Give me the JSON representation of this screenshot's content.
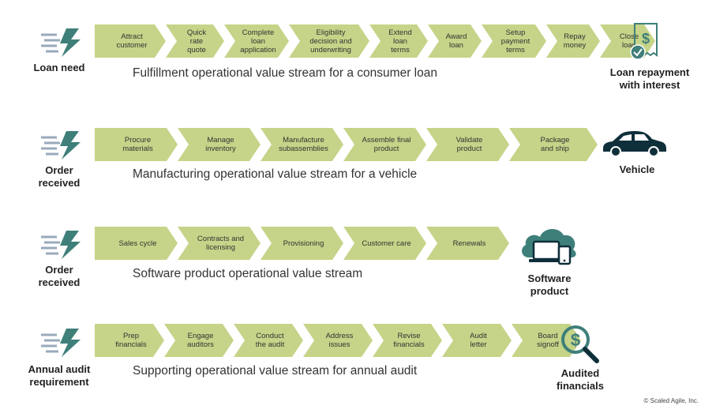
{
  "colors": {
    "chevron": "#c5d488",
    "icon_teal": "#3f7f7a",
    "text": "#333333"
  },
  "streams": [
    {
      "trigger": "Loan need",
      "title": "Fulfillment operational value stream for a consumer loan",
      "steps": [
        "Attract\ncustomer",
        "Quick\nrate\nquote",
        "Complete\nloan\napplication",
        "Eligibility\ndecision and\nunderwriting",
        "Extend\nloan\nterms",
        "Award\nloan",
        "Setup\npayment\nterms",
        "Repay\nmoney",
        "Close\nloan"
      ],
      "outcome": "Loan repayment\nwith interest",
      "outcome_icon": "invoice-check-icon"
    },
    {
      "trigger": "Order\nreceived",
      "title": "Manufacturing operational value stream for a vehicle",
      "steps": [
        "Procure\nmaterials",
        "Manage\ninventory",
        "Manufacture\nsubassemblies",
        "Assemble final\nproduct",
        "Validate\nproduct",
        "Package\nand ship"
      ],
      "outcome": "Vehicle",
      "outcome_icon": "car-icon"
    },
    {
      "trigger": "Order\nreceived",
      "title": "Software product operational value stream",
      "steps": [
        "Sales cycle",
        "Contracts and\nlicensing",
        "Provisioning",
        "Customer care",
        "Renewals"
      ],
      "outcome": "Software\nproduct",
      "outcome_icon": "cloud-devices-icon"
    },
    {
      "trigger": "Annual audit\nrequirement",
      "title": "Supporting operational value stream for annual audit",
      "steps": [
        "Prep\nfinancials",
        "Engage\nauditors",
        "Conduct\nthe audit",
        "Address\nissues",
        "Revise\nfinancials",
        "Audit\nletter",
        "Board\nsignoff"
      ],
      "outcome": "Audited\nfinancials",
      "outcome_icon": "magnifier-dollar-icon"
    }
  ],
  "copyright": "© Scaled Agile, Inc."
}
